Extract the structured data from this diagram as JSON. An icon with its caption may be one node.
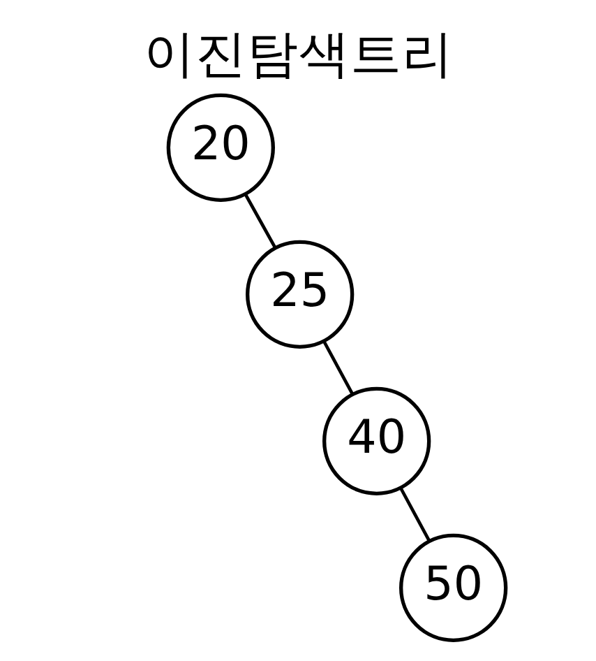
{
  "diagram": {
    "title": "이진탐색트리",
    "nodes": [
      {
        "text": [
          "20"
        ]
      },
      {
        "text": [
          "25"
        ]
      },
      {
        "text": [
          "40"
        ]
      },
      {
        "text": [
          "50"
        ]
      }
    ],
    "edges": [
      {
        "from": 0,
        "to": 1,
        "arrow": "none"
      },
      {
        "from": 1,
        "to": 2,
        "arrow": "none"
      },
      {
        "from": 2,
        "to": 3,
        "arrow": "none"
      }
    ]
  }
}
